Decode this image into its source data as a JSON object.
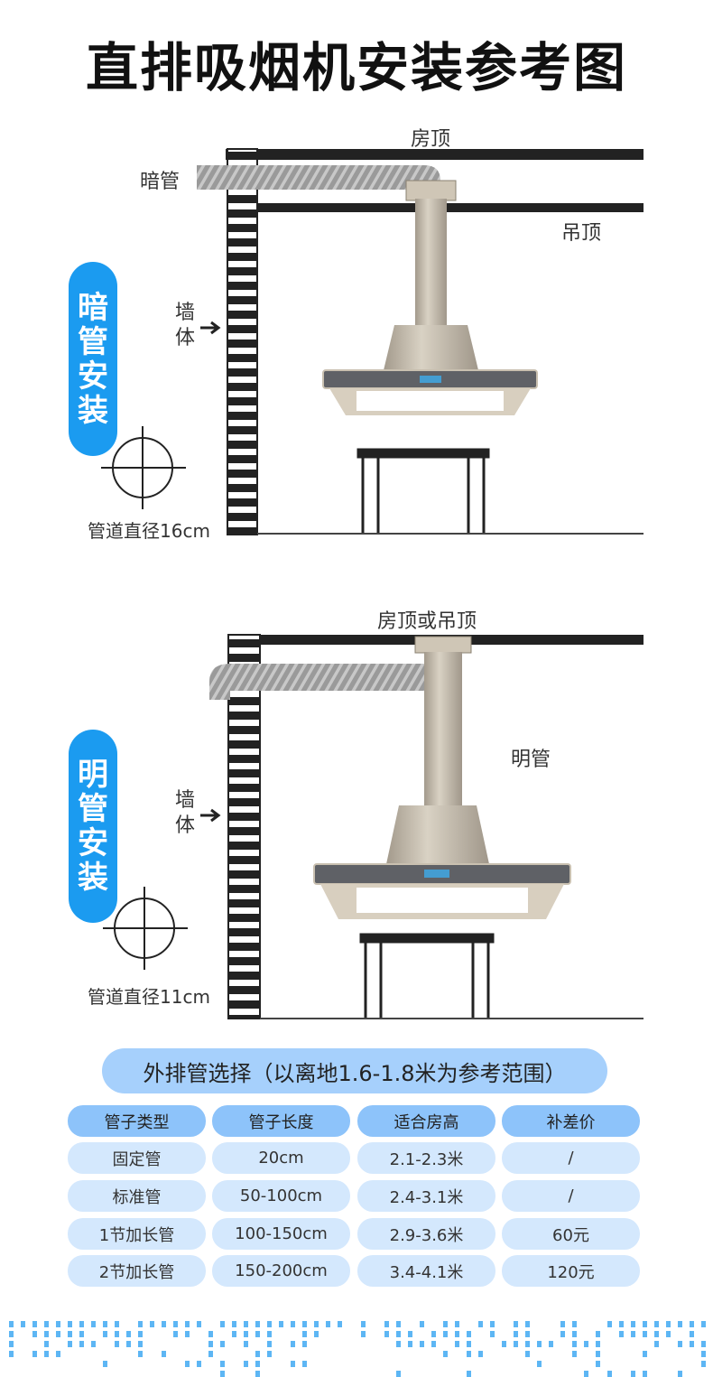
{
  "title": "直排吸烟机安装参考图",
  "diagram1": {
    "roof": "房顶",
    "hidden_pipe": "暗管",
    "suspended_ceiling": "吊顶",
    "wall": [
      "墙",
      "体"
    ],
    "badge": [
      "暗",
      "管",
      "安",
      "装"
    ],
    "pipe_diameter": "管道直径16cm"
  },
  "diagram2": {
    "roof": "房顶或吊顶",
    "exposed_pipe": "明管",
    "wall": [
      "墙",
      "体"
    ],
    "badge": [
      "明",
      "管",
      "安",
      "装"
    ],
    "pipe_diameter": "管道直径11cm"
  },
  "table": {
    "title": "外排管选择（以离地1.6-1.8米为参考范围）",
    "headers": [
      "管子类型",
      "管子长度",
      "适合房高",
      "补差价"
    ],
    "rows": [
      [
        "固定管",
        "20cm",
        "2.1-2.3米",
        "/"
      ],
      [
        "标准管",
        "50-100cm",
        "2.4-3.1米",
        "/"
      ],
      [
        "1节加长管",
        "100-150cm",
        "2.9-3.6米",
        "60元"
      ],
      [
        "2节加长管",
        "150-200cm",
        "3.4-4.1米",
        "120元"
      ]
    ]
  },
  "colors": {
    "accent": "#1b9bf0",
    "header": "#8dc3fa",
    "cell": "#d4e8fd",
    "title_pill": "#a6d0fc"
  }
}
